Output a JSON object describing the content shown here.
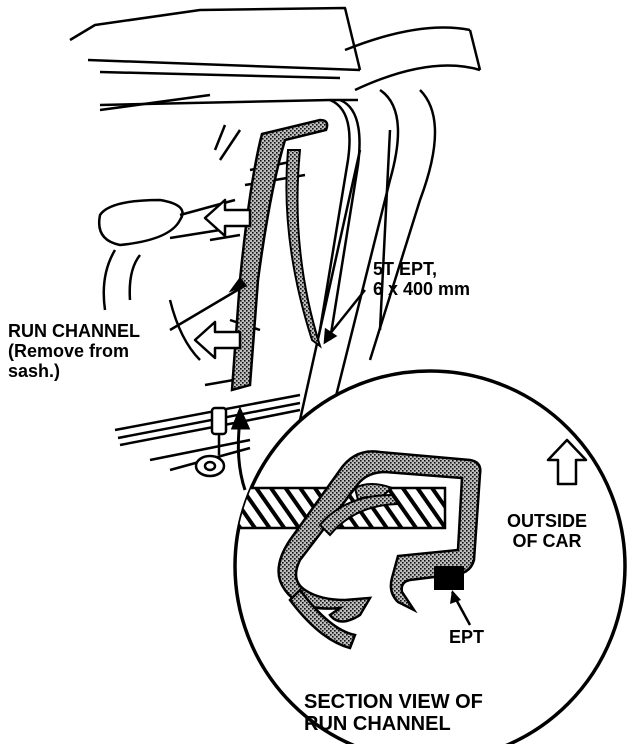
{
  "labels": {
    "run_channel": {
      "line1": "RUN CHANNEL",
      "line2": "(Remove from",
      "line3": "sash.)"
    },
    "tape": {
      "line1": "5T EPT,",
      "line2": "6 x 400 mm"
    },
    "outside": {
      "line1": "OUTSIDE",
      "line2": "OF CAR"
    },
    "ept": "EPT",
    "section_view": {
      "line1": "SECTION VIEW OF",
      "line2": "RUN CHANNEL"
    }
  },
  "colors": {
    "ink": "#000000",
    "paper": "#ffffff",
    "stipple": "#8a8a8a"
  }
}
